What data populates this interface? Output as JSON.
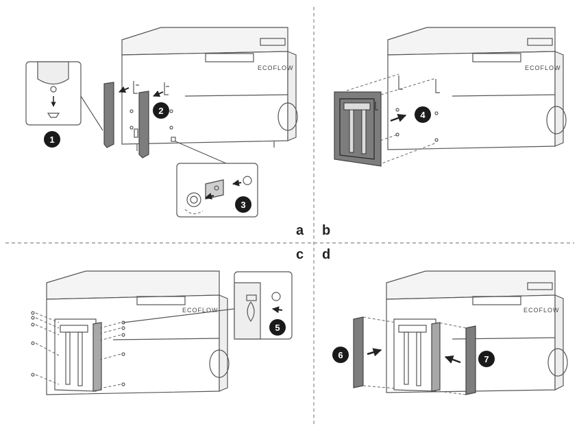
{
  "panels": {
    "a": {
      "label": "a"
    },
    "b": {
      "label": "b"
    },
    "c": {
      "label": "c"
    },
    "d": {
      "label": "d"
    }
  },
  "steps": [
    "1",
    "2",
    "3",
    "4",
    "5",
    "6",
    "7"
  ],
  "brand_text": "ECOFLOW",
  "colors": {
    "line": "#555555",
    "part_fill": "#7d7d7d",
    "badge": "#1a1a1a",
    "background": "#ffffff"
  }
}
